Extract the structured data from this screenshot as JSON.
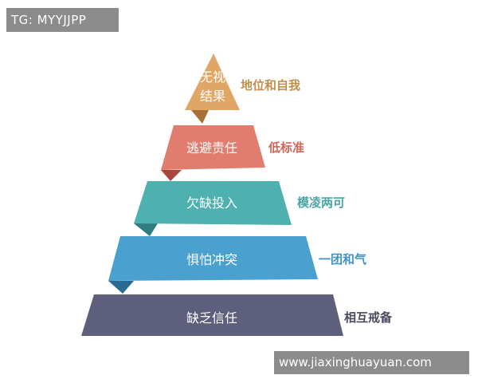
{
  "badge": {
    "text": "TG: MYYJJPP"
  },
  "watermark": {
    "text": "www.jiaxinghuayuan.com"
  },
  "pyramid": {
    "tiers": [
      {
        "lines": [
          "无视",
          "结果"
        ],
        "side_label": "地位和自我",
        "color": "#e0a666",
        "dark": "#a87036",
        "side_color": "#c08e4a"
      },
      {
        "lines": [
          "逃避责任"
        ],
        "side_label": "低标准",
        "color": "#e17d6e",
        "dark": "#a9473f",
        "side_color": "#cc6756"
      },
      {
        "lines": [
          "欠缺投入"
        ],
        "side_label": "模凌两可",
        "color": "#4fb0b0",
        "dark": "#2f7d80",
        "side_color": "#49a5a3"
      },
      {
        "lines": [
          "惧怕冲突"
        ],
        "side_label": "一团和气",
        "color": "#4aa0cf",
        "dark": "#2a6b96",
        "side_color": "#3f93c5"
      },
      {
        "lines": [
          "缺乏信任"
        ],
        "side_label": "相互戒备",
        "color": "#5e5e7d",
        "dark": "#3c3c55",
        "side_color": "#4a4a5f"
      }
    ]
  }
}
